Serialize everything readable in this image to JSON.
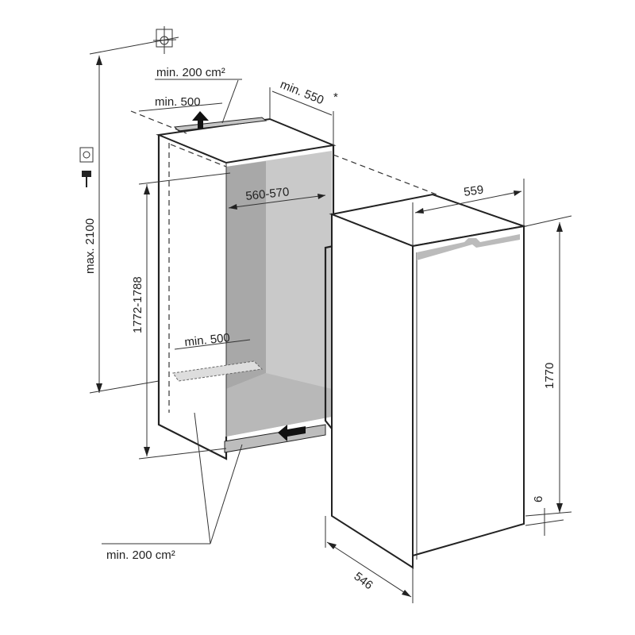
{
  "diagram": {
    "title": "Built-in refrigerator installation dimensions",
    "niche": {
      "max_height_label": "max. 2100",
      "top_vent_area_label": "min. 200 cm²",
      "top_vent_depth_label": "min. 500",
      "depth_label": "min. 550",
      "depth_footnote": "*",
      "width_label": "560-570",
      "height_label": "1772-1788",
      "bottom_vent_depth_label": "min. 500",
      "bottom_vent_area_label": "min. 200 cm²"
    },
    "appliance": {
      "width_label": "559",
      "height_label": "1770",
      "depth_label": "546",
      "gap_label": "6"
    },
    "icons": [
      "plumb-level-icon",
      "socket-icon",
      "plug-icon",
      "airflow-arrow-icon"
    ],
    "colors": {
      "line": "#222222",
      "inner_dark": "#a9a9a9",
      "inner_light": "#c8c8c8",
      "vent": "#bdbdbd"
    }
  }
}
